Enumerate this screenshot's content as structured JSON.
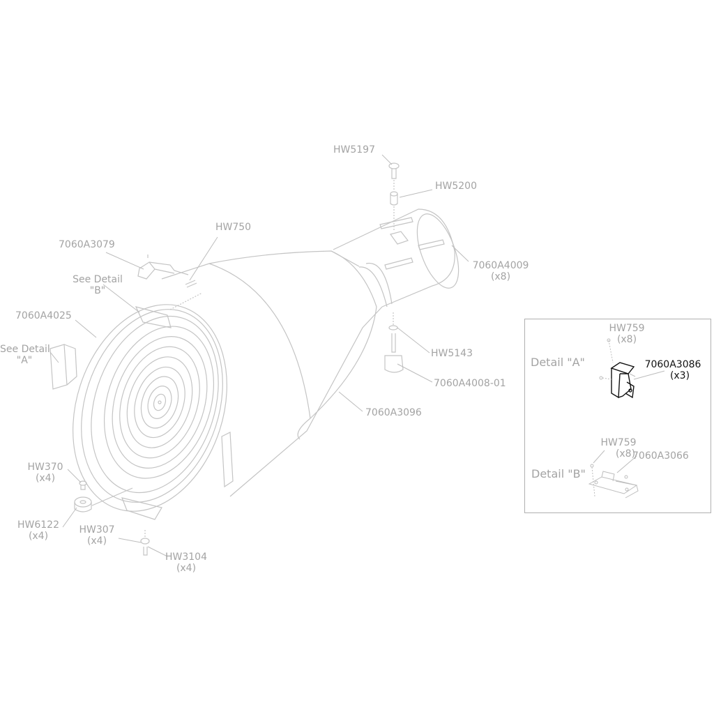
{
  "labels": {
    "hw5197": "HW5197",
    "hw5200": "HW5200",
    "hw750": "HW750",
    "p7060a3079": "7060A3079",
    "see_detail_b_line1": "See Detail",
    "see_detail_b_line2": "\"B\"",
    "p7060a4009": "7060A4009",
    "p7060a4009_qty": "(x8)",
    "p7060a4025": "7060A4025",
    "see_detail_a_line1": "See Detail",
    "see_detail_a_line2": "\"A\"",
    "hw5143": "HW5143",
    "p7060a4008_01": "7060A4008-01",
    "p7060a3096": "7060A3096",
    "hw370": "HW370",
    "hw370_qty": "(x4)",
    "hw6122": "HW6122",
    "hw6122_qty": "(x4)",
    "hw307": "HW307",
    "hw307_qty": "(x4)",
    "hw3104": "HW3104",
    "hw3104_qty": "(x4)"
  },
  "detail_a": {
    "title": "Detail \"A\"",
    "hw759": "HW759",
    "hw759_qty": "(x8)",
    "part": "7060A3086",
    "part_qty": "(x3)"
  },
  "detail_b": {
    "title": "Detail \"B\"",
    "hw759": "HW759",
    "hw759_qty": "(x8)",
    "part": "7060A3066"
  },
  "colors": {
    "line": "#c4c4c4",
    "label": "#a3a3a3",
    "highlight": "#111111",
    "background": "#ffffff"
  }
}
